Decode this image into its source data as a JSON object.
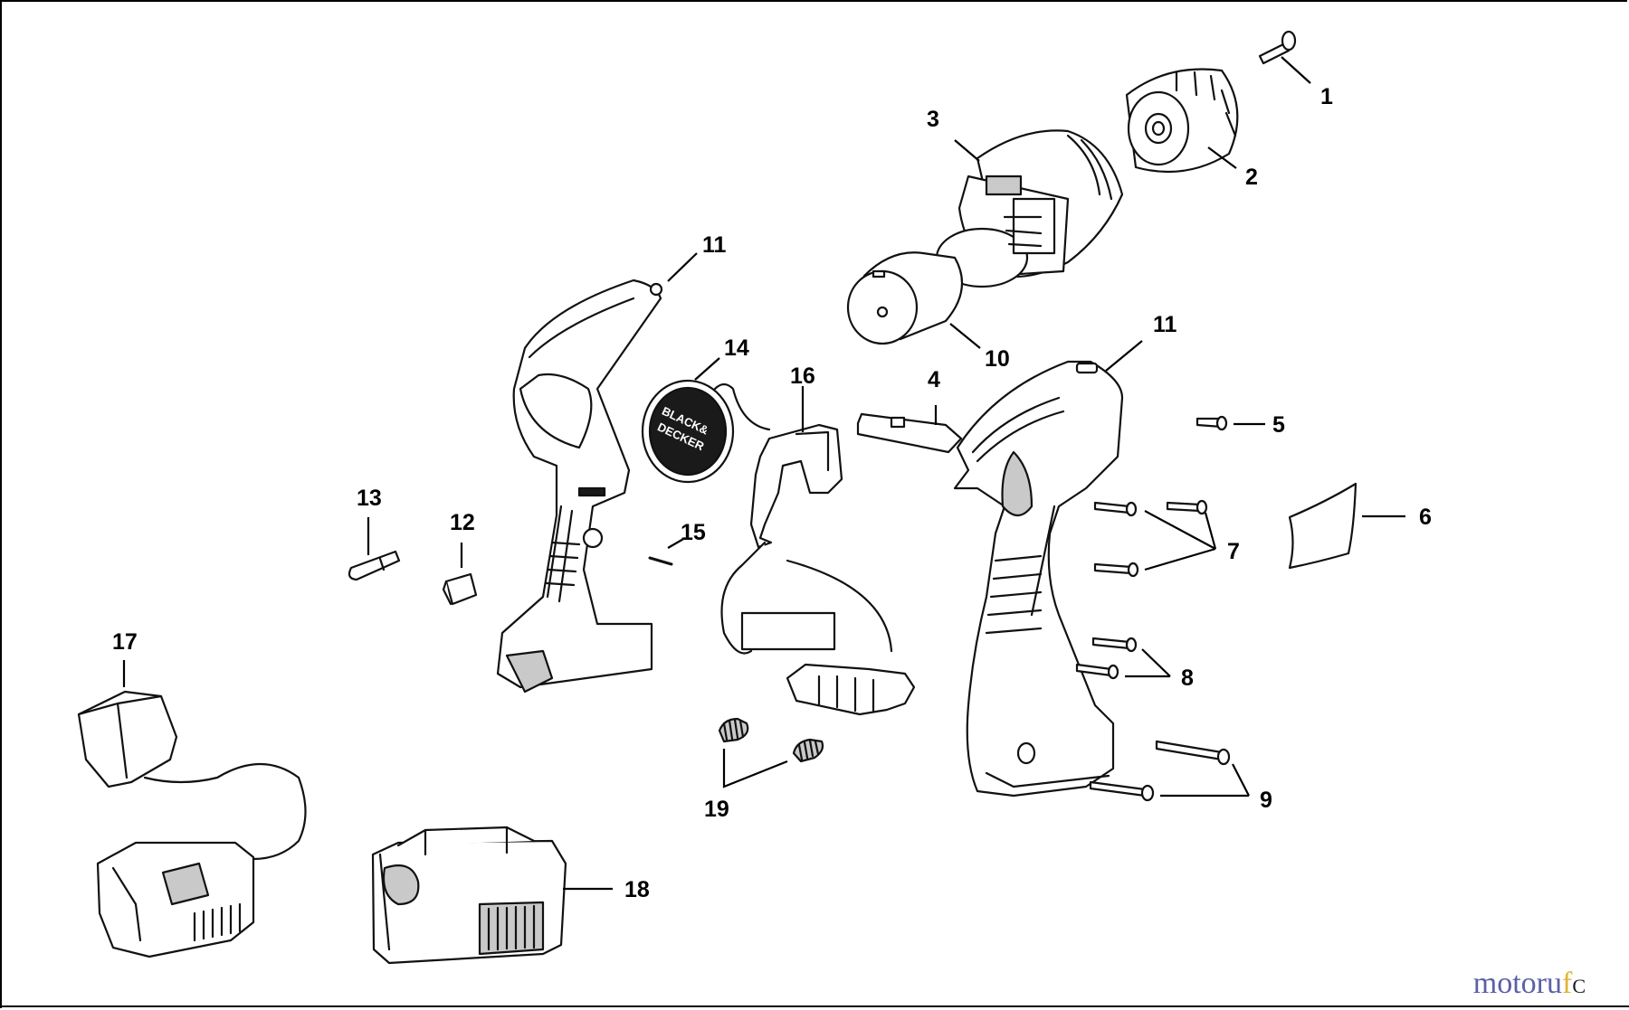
{
  "diagram": {
    "callouts": [
      "1",
      "2",
      "3",
      "4",
      "5",
      "6",
      "7",
      "8",
      "9",
      "10",
      "11",
      "11",
      "12",
      "13",
      "14",
      "15",
      "16",
      "17",
      "18",
      "19"
    ]
  },
  "watermark": {
    "part1": "motoru",
    "part2": "f",
    "part3": "C"
  },
  "colors": {
    "line": "#111111",
    "background": "#ffffff",
    "watermark_blue": "#5b5fa8",
    "watermark_yellow": "#e0b438"
  }
}
